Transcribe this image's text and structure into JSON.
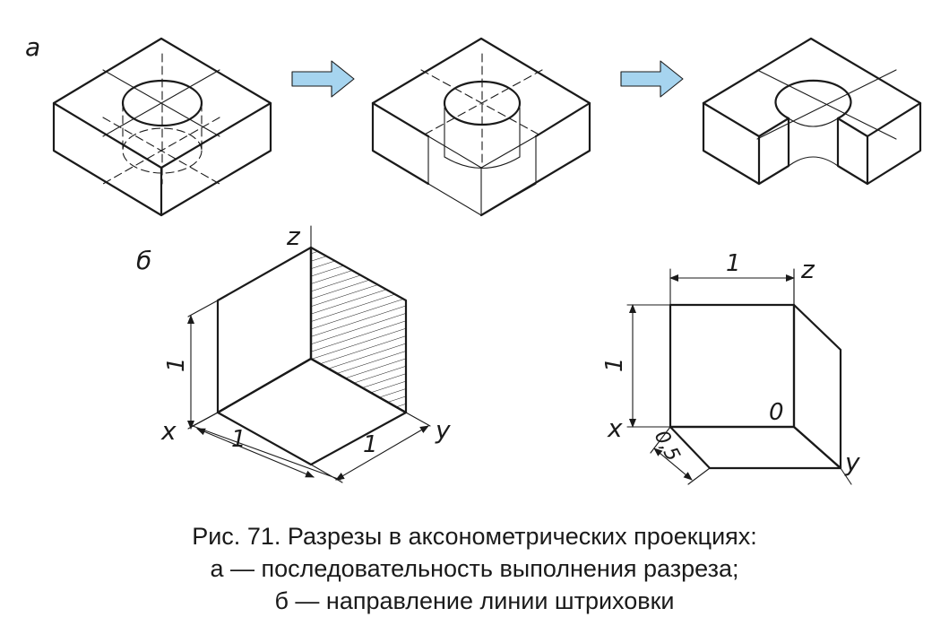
{
  "figure": {
    "label_a": "а",
    "label_b": "б",
    "axis_x": "x",
    "axis_y": "y",
    "axis_z": "z",
    "origin": "0",
    "dim_one": "1",
    "dim_half": "0,5",
    "arrow_color": "#a6d4ef"
  },
  "caption": {
    "line1": "Рис. 71. Разрезы в аксонометрических проекциях:",
    "line2": "а — последовательность выполнения разреза;",
    "line3": "б — направление линии штриховки"
  }
}
